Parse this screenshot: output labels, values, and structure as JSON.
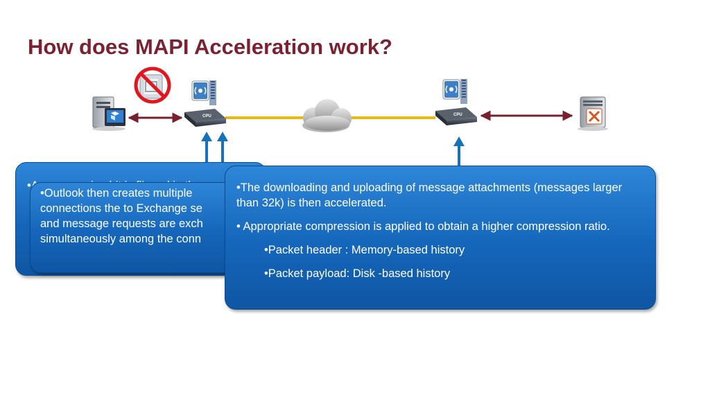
{
  "slide": {
    "title": "How does MAPI Acceleration work?"
  },
  "diagram": {
    "icons": [
      "client-computer-icon",
      "no-outlook-icon",
      "wan-accelerator-icon",
      "cloud-icon",
      "exchange-server-icon"
    ],
    "colors": {
      "wan_link": "#e8b912",
      "lan_link": "#7a1f2e",
      "arrow": "#1673b8",
      "title": "#7b2232",
      "callout": "#1a6fc4"
    }
  },
  "callouts": [
    {
      "lines": [
        "•A compression bit is flipped in the"
      ]
    },
    {
      "lines": [
        "•Outlook then creates multiple",
        "connections the to Exchange se",
        "and message requests are exch",
        "simultaneously among the conn"
      ]
    },
    {
      "paragraphs": [
        "•The downloading and uploading of message attachments (messages larger than 32k) is then accelerated.",
        "• Appropriate compression is applied to obtain a higher compression ratio."
      ],
      "sub_bullets": [
        "•Packet header : Memory-based history",
        "•Packet payload: Disk -based history"
      ]
    }
  ]
}
